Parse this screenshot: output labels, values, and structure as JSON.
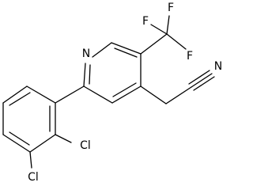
{
  "molecule": {
    "labels": {
      "pyridine_n": "N",
      "nitrile_n": "N",
      "f_top": "F",
      "f_right": "F",
      "f_left": "F",
      "cl_upper": "Cl",
      "cl_lower": "Cl"
    },
    "colors": {
      "ink": "#000000",
      "background": "#ffffff"
    }
  }
}
